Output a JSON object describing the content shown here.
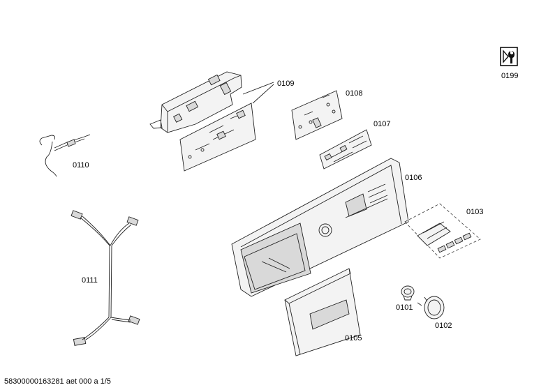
{
  "parts": [
    {
      "id": "part-0199",
      "label": "0199"
    },
    {
      "id": "part-0109",
      "label": "0109"
    },
    {
      "id": "part-0108",
      "label": "0108"
    },
    {
      "id": "part-0107",
      "label": "0107"
    },
    {
      "id": "part-0106",
      "label": "0106"
    },
    {
      "id": "part-0110",
      "label": "0110"
    },
    {
      "id": "part-0103",
      "label": "0103"
    },
    {
      "id": "part-0111",
      "label": "0111"
    },
    {
      "id": "part-0101",
      "label": "0101"
    },
    {
      "id": "part-0102",
      "label": "0102"
    },
    {
      "id": "part-0105",
      "label": "0105"
    }
  ],
  "footer": {
    "text": "58300000163281 aet 000 a 1/5"
  },
  "icons": {
    "service": "wrench-service-icon"
  }
}
